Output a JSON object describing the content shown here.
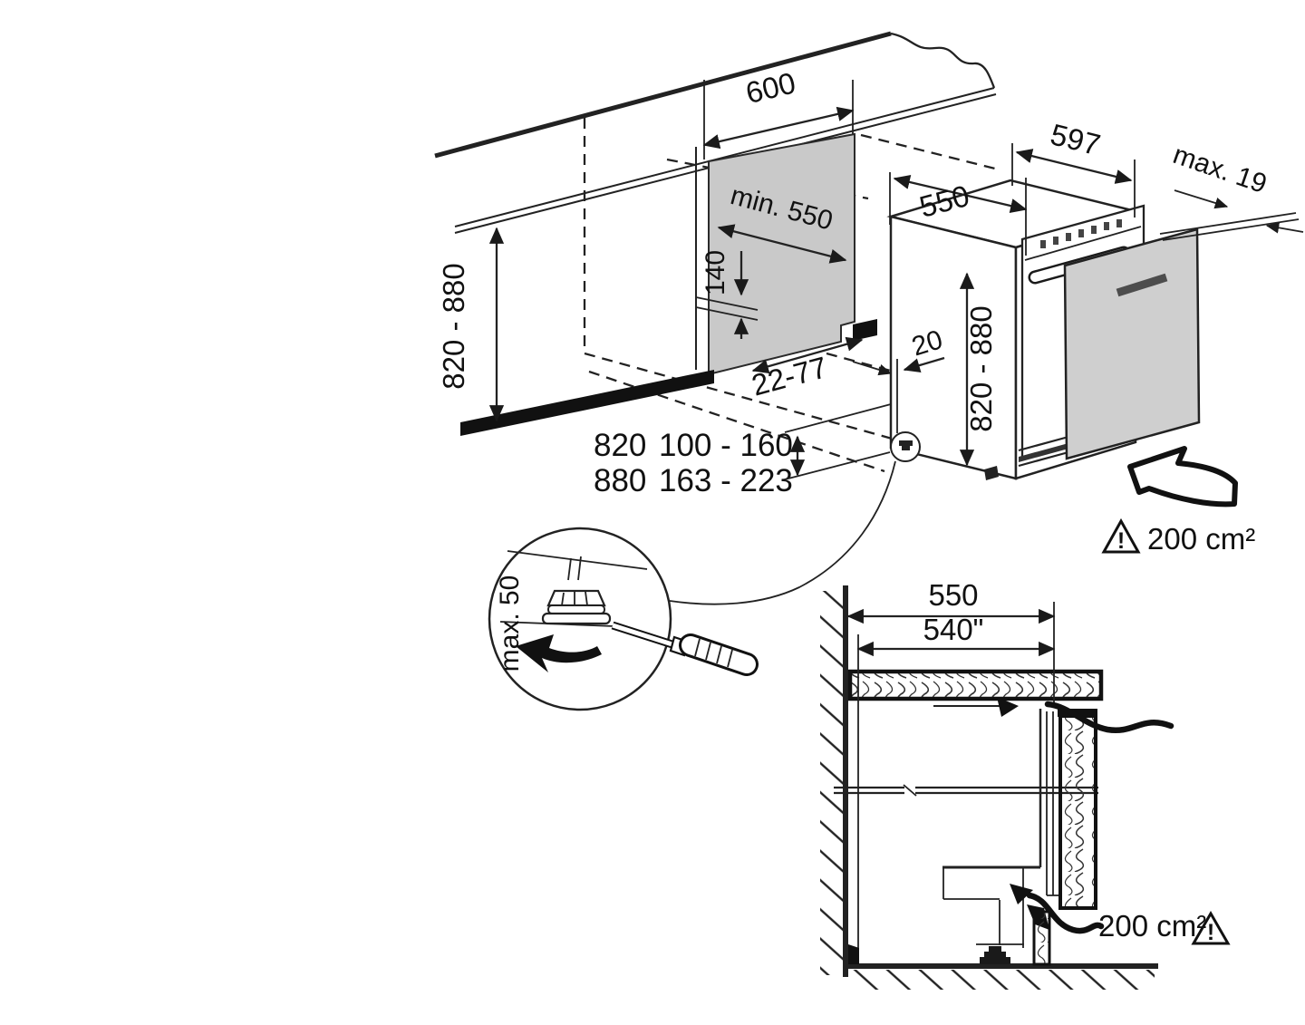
{
  "diagram": {
    "perspective": {
      "niche": {
        "width": "600",
        "min_depth": "min. 550",
        "hose_zone_height": "140",
        "height_range": "820 - 880",
        "rear_gap": "22-77"
      },
      "appliance": {
        "depth": "550",
        "width": "597",
        "door_panel_max_thickness": "max. 19",
        "side_gap": "20",
        "height_range": "820 - 880"
      },
      "plinth_table": {
        "rows": [
          {
            "niche_height": "820",
            "plinth_range": "100 - 160"
          },
          {
            "niche_height": "880",
            "plinth_range": "163 - 223"
          }
        ]
      },
      "foot_detail": {
        "max_adjustment": "max. 50"
      },
      "ventilation": {
        "area": "200 cm²",
        "warning_mark": "!"
      }
    },
    "section": {
      "outer_depth": "550",
      "inner_depth": "540\"",
      "ventilation_area": "200 cm²",
      "warning_mark": "!"
    }
  },
  "colors": {
    "line": "#222222",
    "text": "#111111",
    "niche_panel_gray": "#c9c9c9",
    "door_panel_gray": "#cfcfcf",
    "handle_gray": "#4d4d4d",
    "background": "#ffffff"
  }
}
